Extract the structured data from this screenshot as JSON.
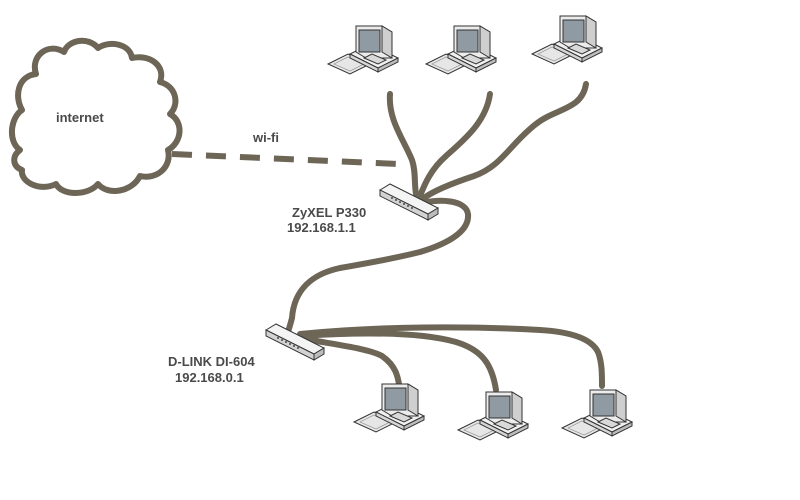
{
  "labels": {
    "internet": "internet",
    "wifi": "wi-fi",
    "router1_name": "ZyXEL P330",
    "router1_ip": "192.168.1.1",
    "router2_name": "D-LINK DI-604",
    "router2_ip": "192.168.0.1"
  },
  "colors": {
    "cable": "#6d6657",
    "label": "#4a4a4a",
    "background": "#ffffff"
  },
  "icons": {
    "computer": "computer-icon",
    "router": "router-icon",
    "cloud": "internet-cloud-icon"
  }
}
